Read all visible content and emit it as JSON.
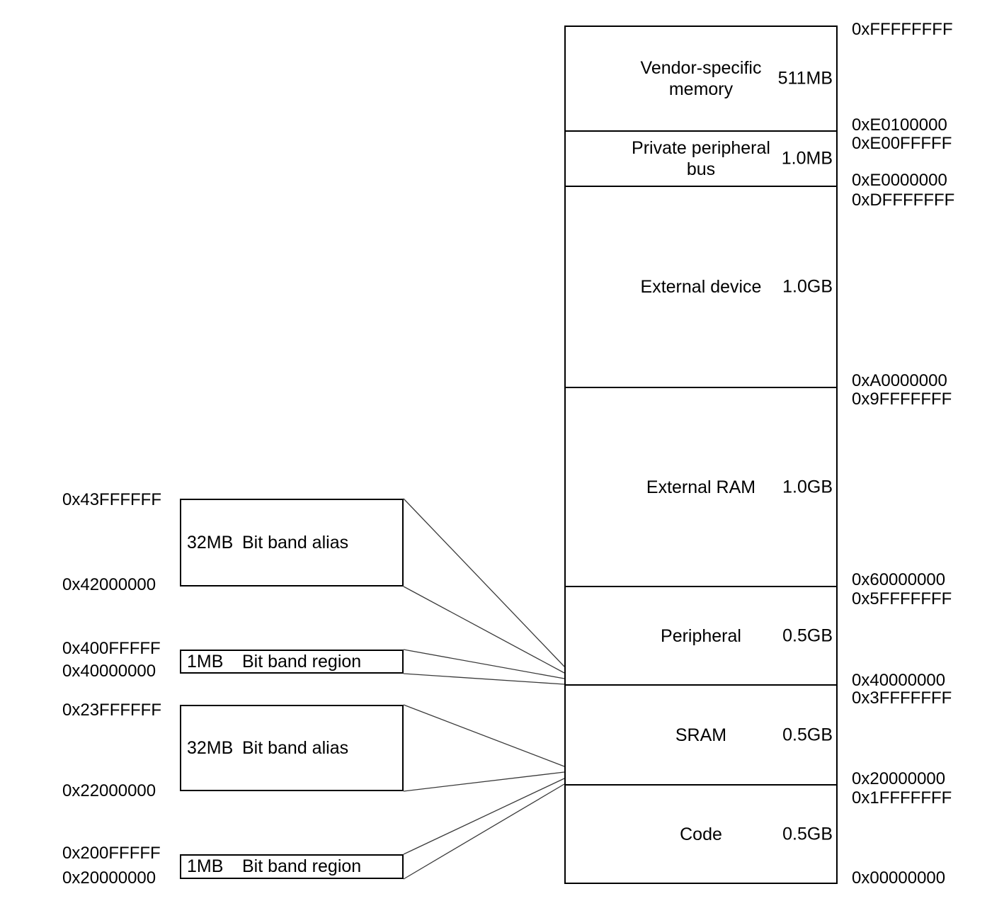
{
  "colors": {
    "background": "#ffffff",
    "stroke": "#000000",
    "connector": "#3a3a3a"
  },
  "memory_map": {
    "regions": [
      {
        "lines": [
          "Vendor-specific",
          "memory"
        ],
        "size": "511MB"
      },
      {
        "lines": [
          "Private peripheral",
          "bus"
        ],
        "size": "1.0MB"
      },
      {
        "lines": [
          "External device"
        ],
        "size": "1.0GB"
      },
      {
        "lines": [
          "External RAM"
        ],
        "size": "1.0GB"
      },
      {
        "lines": [
          "Peripheral"
        ],
        "size": "0.5GB"
      },
      {
        "lines": [
          "SRAM"
        ],
        "size": "0.5GB"
      },
      {
        "lines": [
          "Code"
        ],
        "size": "0.5GB"
      }
    ],
    "right_addresses": [
      "0xFFFFFFFF",
      "0xE0100000",
      "0xE00FFFFF",
      "0xE0000000",
      "0xDFFFFFFF",
      "0xA0000000",
      "0x9FFFFFFF",
      "0x60000000",
      "0x5FFFFFFF",
      "0x40000000",
      "0x3FFFFFFF",
      "0x20000000",
      "0x1FFFFFFF",
      "0x00000000"
    ]
  },
  "bit_band": {
    "peripheral_alias": {
      "size": "32MB",
      "label": "Bit band alias",
      "top_address": "0x43FFFFFF",
      "bottom_address": "0x42000000"
    },
    "peripheral_region": {
      "size": "1MB",
      "label": "Bit band region",
      "top_address": "0x400FFFFF",
      "bottom_address": "0x40000000"
    },
    "sram_alias": {
      "size": "32MB",
      "label": "Bit band alias",
      "top_address": "0x23FFFFFF",
      "bottom_address": "0x22000000"
    },
    "sram_region": {
      "size": "1MB",
      "label": "Bit band region",
      "top_address": "0x200FFFFF",
      "bottom_address": "0x20000000"
    }
  }
}
